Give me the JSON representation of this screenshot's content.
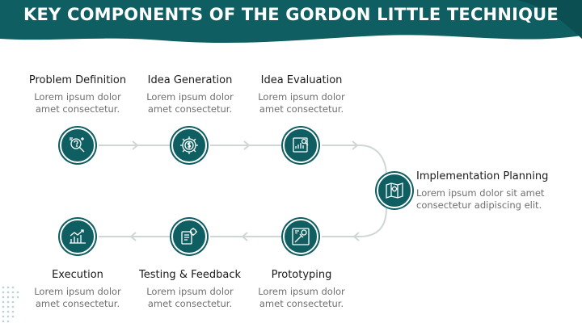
{
  "title": "KEY COMPONENTS OF THE GORDON LITTLE TECHNIQUE",
  "colors": {
    "primary": "#0f5e62",
    "connector": "#cfd6d6",
    "text": "#1b1b1b",
    "muted": "#6f6f6f"
  },
  "steps": [
    {
      "title": "Problem Definition",
      "desc": [
        "Lorem ipsum dolor",
        "amet consectetur."
      ],
      "icon": "problem-analysis-icon"
    },
    {
      "title": "Idea Generation",
      "desc": [
        "Lorem ipsum dolor",
        "amet consectetur."
      ],
      "icon": "idea-gear-icon"
    },
    {
      "title": "Idea Evaluation",
      "desc": [
        "Lorem ipsum dolor",
        "amet consectetur."
      ],
      "icon": "evaluation-chart-icon"
    },
    {
      "title": "Implementation Planning",
      "desc": [
        "Lorem ipsum dolor sit amet",
        "consectetur adipiscing elit."
      ],
      "icon": "blueprint-plan-icon"
    },
    {
      "title": "Prototyping",
      "desc": [
        "Lorem ipsum dolor",
        "amet consectetur."
      ],
      "icon": "prototype-tools-icon"
    },
    {
      "title": "Testing & Feedback",
      "desc": [
        "Lorem ipsum dolor",
        "amet consectetur."
      ],
      "icon": "testing-gear-icon"
    },
    {
      "title": "Execution",
      "desc": [
        "Lorem ipsum dolor",
        "amet consectetur."
      ],
      "icon": "execution-growth-icon"
    }
  ]
}
